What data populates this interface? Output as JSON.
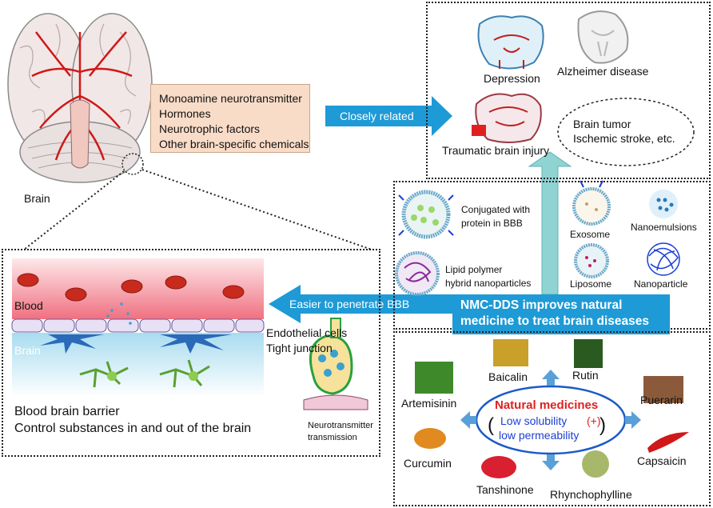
{
  "brain_panel": {
    "label": "Brain"
  },
  "chemicals": [
    "Monoamine neurotransmitter",
    "Hormones",
    "Neurotrophic factors",
    "Other brain-specific chemicals"
  ],
  "arrows": {
    "closely_related": "Closely related",
    "easier_penetrate": "Easier to penetrate BBB"
  },
  "diseases": {
    "depression": "Depression",
    "alzheimer": "Alzheimer disease",
    "tbi": "Traumatic brain injury",
    "other_line1": "Brain tumor",
    "other_line2": "Ischemic stroke, etc."
  },
  "nanocarriers": {
    "conjugated_line1": "Conjugated with",
    "conjugated_line2": "protein in BBB",
    "exosome": "Exosome",
    "nanoemulsions": "Nanoemulsions",
    "lipid_line1": "Lipid polymer",
    "lipid_line2": "hybrid nanoparticles",
    "liposome": "Liposome",
    "nanoparticle": "Nanoparticle"
  },
  "banner": {
    "line1": "NMC-DDS improves natural",
    "line2": "medicine to treat brain diseases"
  },
  "bbb": {
    "blood": "Blood",
    "brain": "Brain",
    "endothelial": "Endothelial cells",
    "tight_junction": "Tight junction",
    "title_line1": "Blood brain barrier",
    "title_line2": "Control substances in and out of the brain",
    "nt_line1": "Neurotransmitter",
    "nt_line2": "transmission"
  },
  "natural": {
    "title": "Natural medicines",
    "solubility": "Low solubility",
    "plus": "(+)",
    "permeability": "low permeability",
    "medicines": {
      "baicalin": "Baicalin",
      "rutin": "Rutin",
      "artemisinin": "Artemisinin",
      "puerarin": "Puerarin",
      "curcumin": "Curcumin",
      "capsaicin": "Capsaicin",
      "tanshinone": "Tanshinone",
      "rhynchophylline": "Rhynchophylline"
    }
  },
  "colors": {
    "arrow_blue": "#1e9ad6",
    "title_red": "#e02020",
    "text_blue": "#1a3fd6",
    "chem_box": "#f9dcc8",
    "teal_arrow": "#8fd3d3"
  }
}
